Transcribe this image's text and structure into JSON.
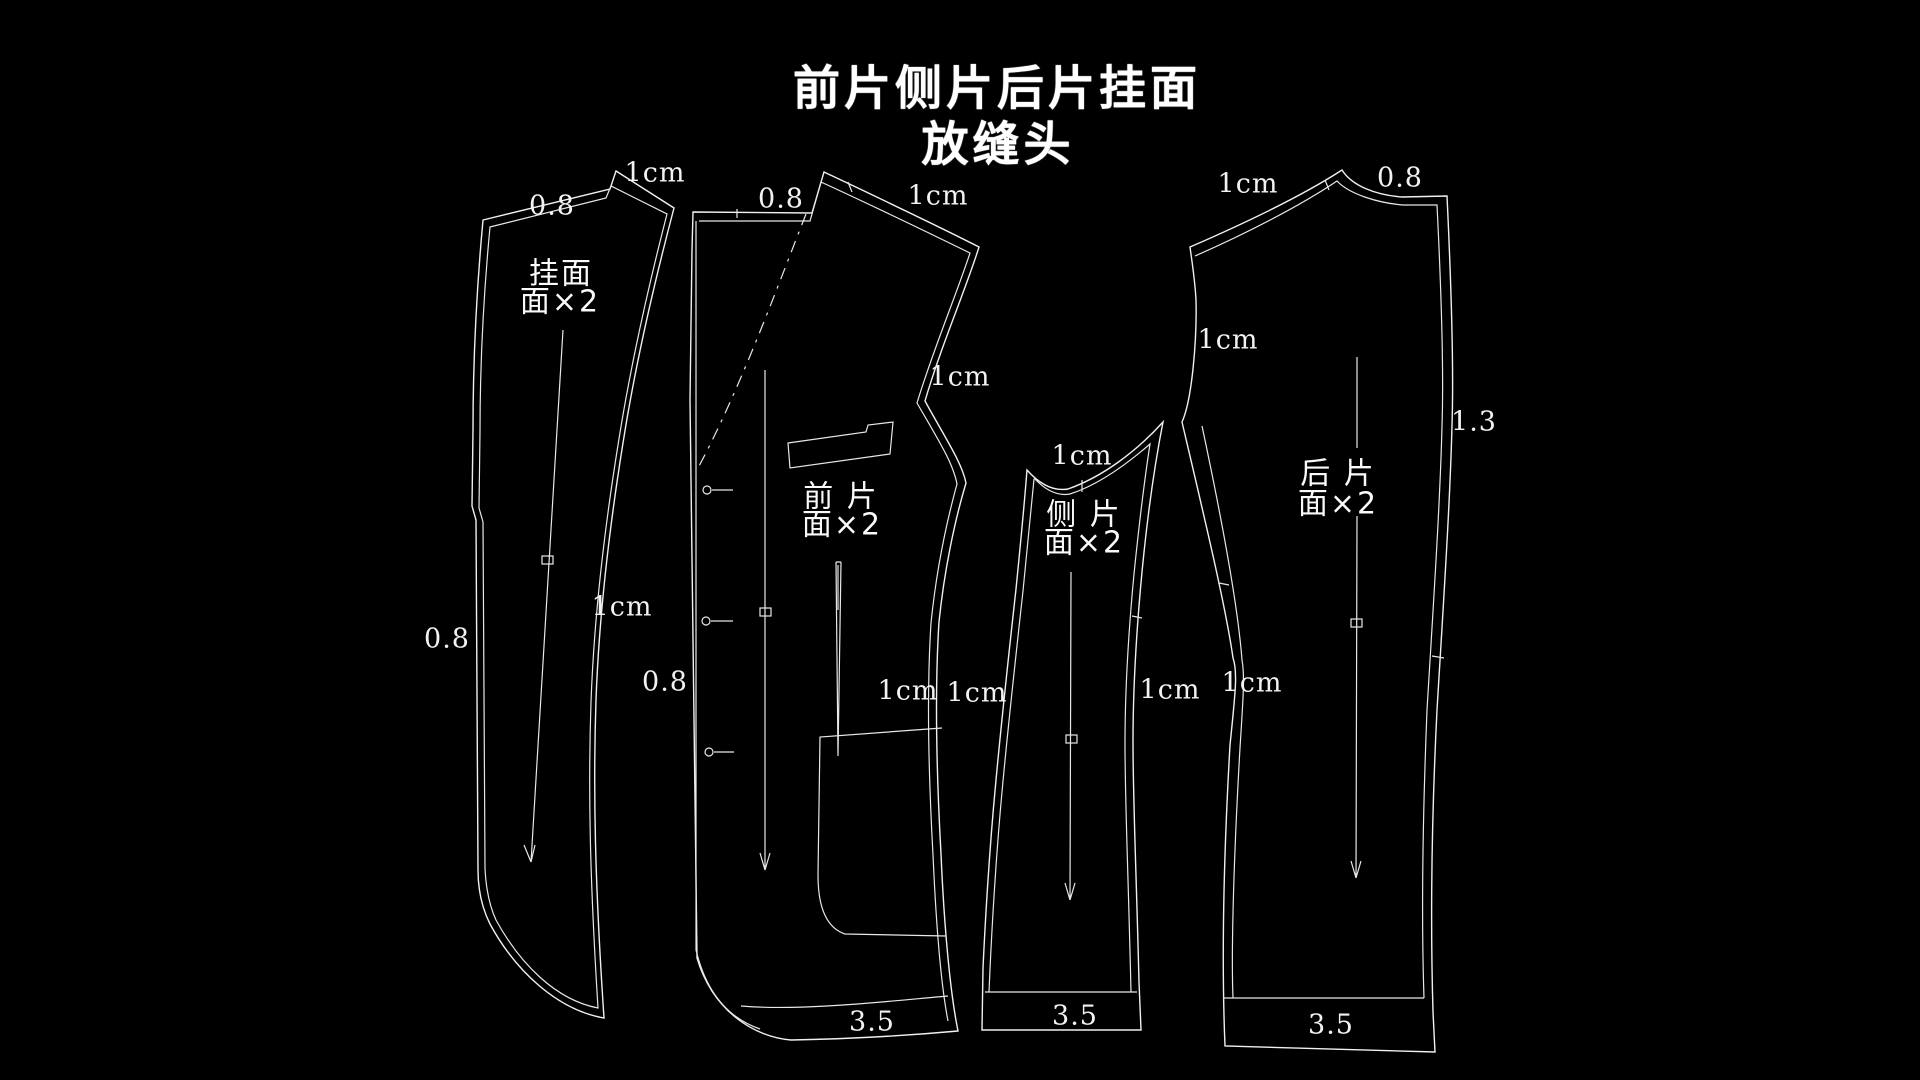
{
  "title": {
    "line1": "前片侧片后片挂面",
    "line2": "放缝头"
  },
  "pieces": {
    "facing": {
      "line1": "挂面",
      "line2": "面×2"
    },
    "front": {
      "line1": "前 片",
      "line2": "面×2"
    },
    "side": {
      "line1": "侧 片",
      "line2": "面×2"
    },
    "back": {
      "line1": "后 片",
      "line2": "面×2"
    }
  },
  "annotations": [
    {
      "id": "facing-top-seam",
      "text": "0.8"
    },
    {
      "id": "facing-peak-seam",
      "text": "1cm"
    },
    {
      "id": "front-top-seam",
      "text": "0.8"
    },
    {
      "id": "front-shoulder-seam",
      "text": "1cm"
    },
    {
      "id": "front-lapel-seam",
      "text": "1cm"
    },
    {
      "id": "facing-right-seam",
      "text": "1cm"
    },
    {
      "id": "facing-left-seam",
      "text": "0.8"
    },
    {
      "id": "front-left-lower-seam",
      "text": "0.8"
    },
    {
      "id": "front-side-seam",
      "text": "1cm"
    },
    {
      "id": "side-left-seam",
      "text": "1cm"
    },
    {
      "id": "side-top-seam",
      "text": "1cm"
    },
    {
      "id": "side-right-seam",
      "text": "1cm"
    },
    {
      "id": "back-left-lower-seam",
      "text": "1cm"
    },
    {
      "id": "back-shoulder-seam",
      "text": "1cm"
    },
    {
      "id": "back-top-seam",
      "text": "0.8"
    },
    {
      "id": "back-armhole-seam",
      "text": "1cm"
    },
    {
      "id": "back-centerback-seam",
      "text": "1.3"
    },
    {
      "id": "front-hem-allowance",
      "text": "3.5"
    },
    {
      "id": "side-hem-allowance",
      "text": "3.5"
    },
    {
      "id": "back-hem-allowance",
      "text": "3.5"
    }
  ],
  "colors": {
    "background": "#000000",
    "line": "#f0f0f0",
    "text": "#ffffff"
  }
}
